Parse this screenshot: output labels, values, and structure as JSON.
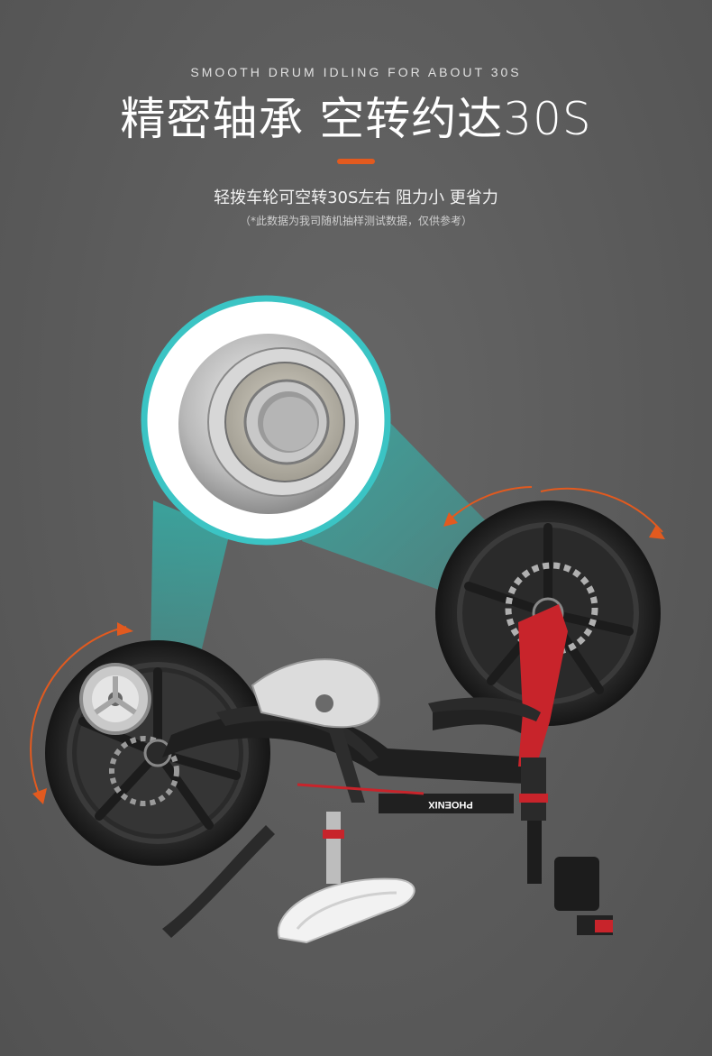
{
  "header": {
    "subtitle_en": "SMOOTH DRUM IDLING FOR ABOUT 30S",
    "title": "精密轴承 空转约达30S",
    "description": "轻拨车轮可空转30S左右 阻力小 更省力",
    "note": "（*此数据为我司随机抽样测试数据，仅供参考）"
  },
  "product": {
    "brand_label": "PHOENIX"
  },
  "colors": {
    "background": "#5a5a5a",
    "accent": "#e25a1f",
    "highlight_ring": "#3bc4c4",
    "frame_red": "#c8242b"
  }
}
